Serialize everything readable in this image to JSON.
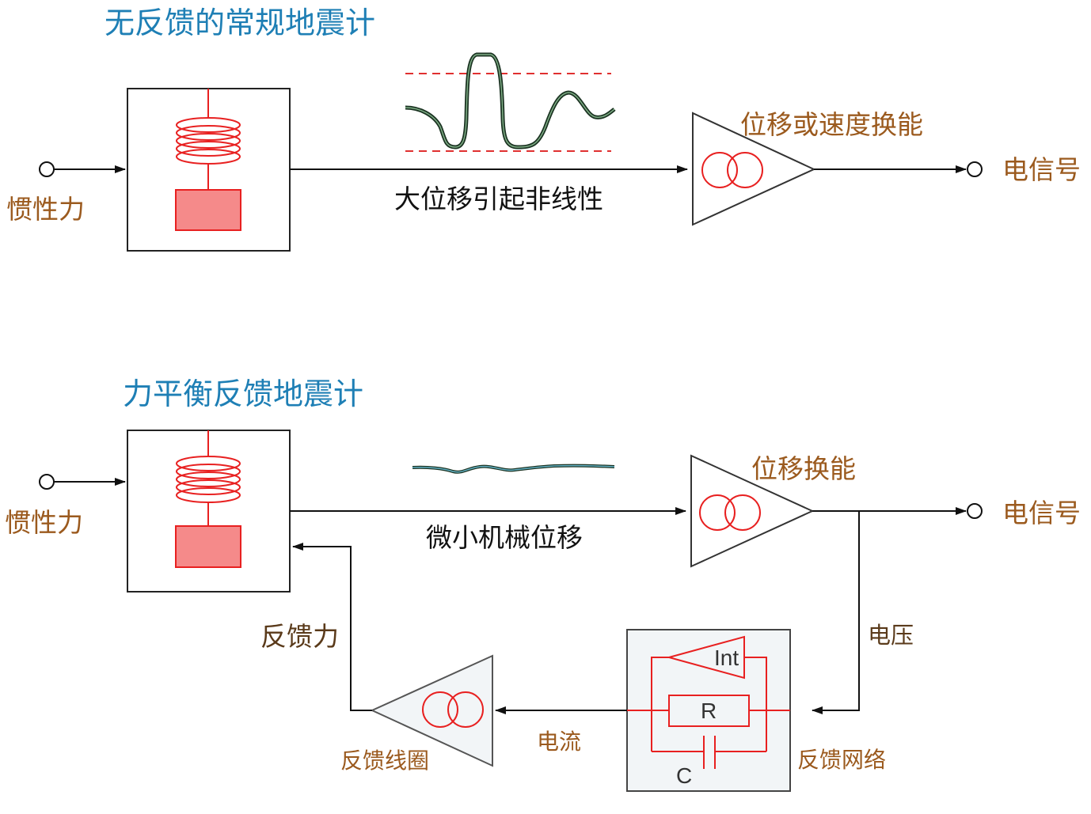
{
  "top": {
    "title": "无反馈的常规地震计",
    "input_label": "惯性力",
    "transducer_label": "位移或速度换能",
    "output_label": "电信号",
    "wire_label": "大位移引起非线性"
  },
  "bottom": {
    "title": "力平衡反馈地震计",
    "input_label": "惯性力",
    "transducer_label": "位移换能",
    "output_label": "电信号",
    "wire_label": "微小机械位移",
    "voltage_label": "电压",
    "feedback_force_label": "反馈力",
    "current_label": "电流",
    "coil_label": "反馈线圈",
    "network_label": "反馈网络",
    "network": {
      "int_label": "Int",
      "r_label": "R",
      "c_label": "C"
    }
  },
  "colors": {
    "title": "#1e7fb5",
    "labels": "#9b5a1e",
    "circuit_red": "#e82020",
    "mass_fill": "#f58a8a"
  }
}
